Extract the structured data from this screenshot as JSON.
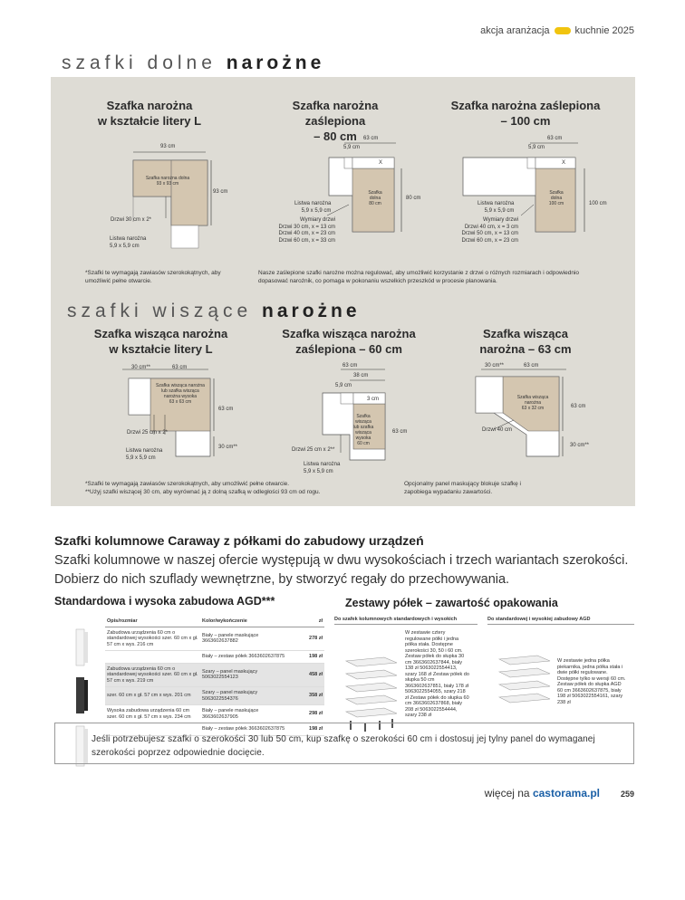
{
  "header": {
    "campaign": "akcja aranżacja",
    "subtitle": "kuchnie 2025"
  },
  "section_lower": {
    "title_light": "szafki dolne",
    "title_bold": "narożne"
  },
  "section_hanging": {
    "title_light": "szafki wiszące",
    "title_bold": "narożne"
  },
  "diagrams": {
    "d1": {
      "title_line1": "Szafka narożna",
      "title_line2": "w kształcie litery L",
      "width": "93 cm",
      "depth": "93 cm",
      "inner_label_1": "Szafka narożna dolna",
      "inner_label_2": "93 x 93 cm",
      "door": "Drzwi 30 cm x 2*",
      "strip_1": "Listwa narożna",
      "strip_2": "5,9 x 5,9 cm"
    },
    "d2": {
      "title_line1": "Szafka narożna zaślepiona",
      "title_line2": "– 80 cm",
      "top": "63 cm",
      "corner": "5,9 cm",
      "x": "X",
      "height": "80 cm",
      "inner_1": "Szafka",
      "inner_2": "dolna",
      "inner_3": "80 cm",
      "strip_1": "Listwa narożna",
      "strip_2": "5,9 x 5,9 cm",
      "doors_title": "Wymiary drzwi",
      "door_a": "Drzwi 30 cm, x = 13 cm",
      "door_b": "Drzwi 40 cm, x = 23 cm",
      "door_c": "Drzwi 60 cm, x = 33 cm"
    },
    "d3": {
      "title_line1": "Szafka narożna zaślepiona",
      "title_line2": "– 100 cm",
      "top": "63 cm",
      "corner": "5,9 cm",
      "x": "X",
      "height": "100 cm",
      "inner_1": "Szafka",
      "inner_2": "dolna",
      "inner_3": "100 cm",
      "strip_1": "Listwa narożna",
      "strip_2": "5,9 x 5,9 cm",
      "doors_title": "Wymiary drzwi",
      "door_a": "Drzwi 40 cm, x = 3 cm",
      "door_b": "Drzwi 50 cm, x = 13 cm",
      "door_c": "Drzwi 60 cm, x = 23 cm"
    },
    "d4": {
      "title_line1": "Szafka wisząca narożna",
      "title_line2": "w kształcie litery L",
      "w1": "30 cm**",
      "w2": "63 cm",
      "inner_1": "Szafka wisząca narożna",
      "inner_2": "lub szafka wisząca",
      "inner_3": "narożna wysoka",
      "inner_4": "63 x 63 cm",
      "height": "63 cm",
      "door": "Drzwi 25 cm x 2*",
      "strip_1": "Listwa narożna",
      "strip_2": "5,9 x 5,9 cm",
      "gap": "30 cm**"
    },
    "d5": {
      "title_line1": "Szafka wisząca narożna",
      "title_line2": "zaślepiona – 60 cm",
      "top": "63 cm",
      "mid": "38 cm",
      "corner": "5,9 cm",
      "x": "3 cm",
      "height": "63 cm",
      "inner_1": "Szafka",
      "inner_2": "wisząca",
      "inner_3": "lub szafka",
      "inner_4": "wisząca",
      "inner_5": "wysoka",
      "inner_6": "60 cm",
      "door": "Drzwi 25 cm x 2**",
      "strip_1": "Listwa narożna",
      "strip_2": "5,9 x 5,9 cm"
    },
    "d6": {
      "title_line1": "Szafka wisząca",
      "title_line2": "narożna – 63 cm",
      "w1": "30 cm**",
      "w2": "63 cm",
      "inner_1": "Szafka wisząca",
      "inner_2": "narożna",
      "inner_3": "63 x 32 cm",
      "height": "63 cm",
      "door": "Drzwi 40 cm",
      "gap": "30 cm**"
    }
  },
  "notes": {
    "lower_left": "*Szafki te wymagają zawiasów szerokokątnych, aby umożliwić pełne otwarcie.",
    "lower_right": "Nasze zaślepione szafki narożne można regulować, aby umożliwić korzystanie z drzwi o różnych rozmiarach i odpowiednio dopasować narożnik, co pomaga w pokonaniu wszelkich przeszkód w procesie planowania.",
    "hanging_1": "*Szafki te wymagają zawiasów szerokokątnych, aby umożliwić pełne otwarcie.",
    "hanging_2": "**Użyj szafki wiszącej 30 cm, aby wyrównać ją z dolną szafką w odległości 93 cm od rogu.",
    "hanging_right": "Opcjonalny panel maskujący blokuje szafkę i zapobiega wypadaniu zawartości."
  },
  "columns": {
    "heading": "Szafki kolumnowe Caraway z półkami do zabudowy urządzeń",
    "lead": "Szafki kolumnowe w naszej ofercie występują w dwu wysokościach i trzech wariantach szerokości. Dobierz do nich szuflady wewnętrzne, by stworzyć regały do przechowywania.",
    "left_heading": "Standardowa i wysoka zabudowa AGD***",
    "right_heading": "Zestawy półek – zawartość opakowania",
    "table": {
      "headers": [
        "Opis/rozmiar",
        "Kolor/wykończenie",
        "zł"
      ],
      "rows": [
        {
          "desc": "Zabudowa urządzenia 60 cm o standardowej wysokości szer. 60 cm x gł. 57 cm x wys. 216 cm",
          "color": "Biały – panele maskujące 3663602637882",
          "price": "278 zł",
          "dark": false
        },
        {
          "desc": "",
          "color": "Biały – zestaw półek 3663602637875",
          "price": "198 zł",
          "dark": false
        },
        {
          "desc": "Zabudowa urządzenia 60 cm o standardowej wysokości szer. 60 cm x gł. 57 cm x wys. 219 cm",
          "color": "Szary – panel maskujący 5063022554123",
          "price": "458 zł",
          "dark": true
        },
        {
          "desc": "szer. 60 cm x gł. 57 cm x wys. 201 cm",
          "color": "Szary – panel maskujący 5063022554376",
          "price": "358 zł",
          "dark": true
        },
        {
          "desc": "Wysoka zabudowa urządzenia 60 cm szer. 60 cm x gł. 57 cm x wys. 234 cm",
          "color": "Biały – panele maskujące 3663602637905",
          "price": "298 zł",
          "dark": false
        },
        {
          "desc": "",
          "color": "Biały – zestaw półek 3663602637875",
          "price": "198 zł",
          "dark": false
        }
      ]
    },
    "shelves_std_head": "Do szafek kolumnowych standardowych i wysokich",
    "shelves_agd_head": "Do standardowej i wysokiej zabudowy AGD",
    "shelves_std_text": "W zestawie cztery regulowane półki i jedna półka stała. Dostępne szerokości 30, 50 i 60 cm. Zestaw półek do słupka 30 cm 3663602637844, biały 138 zł 5063022554413, szary 168 zł Zestaw półek do słupka 50 cm 3663602637851, biały 178 zł 5063022554055, szary 218 zł Zestaw półek do słupka 60 cm 3663602637868, biały 208 zł 5063022554444, szary 238 zł",
    "shelves_agd_text": "W zestawie jedna półka piekarnika, jedna półka stała i dwie półki regulowane. Dostępne tylko w wersji 60 cm. Zestaw półek do słupka AGD 60 cm 3663602637875, biały 198 zł 5063022554161, szary 238 zł"
  },
  "info": "Jeśli potrzebujesz szafki o szerokości 30 lub 50 cm, kup szafkę o szerokości 60 cm i dostosuj jej tylny panel do wymaganej szerokości poprzez odpowiednie docięcie.",
  "footer": {
    "prefix": "więcej na",
    "site": "castorama.pl",
    "page": "259"
  }
}
